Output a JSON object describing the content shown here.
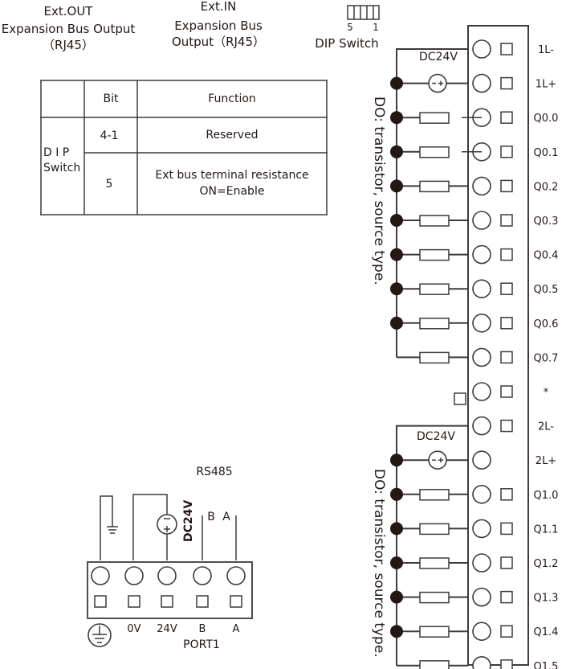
{
  "header": {
    "ext_out": {
      "title": "Ext.OUT",
      "desc_line1": "Expansion Bus Output",
      "desc_line2": "（RJ45）"
    },
    "ext_in": {
      "title": "Ext.IN",
      "desc_line1": "Expansion Bus",
      "desc_line2": "Output（RJ45）"
    },
    "dip_switch": {
      "label": "DIP Switch",
      "left_num": "5",
      "right_num": "1",
      "positions": 5
    }
  },
  "dip_table": {
    "headers": [
      "",
      "Bit",
      "Function"
    ],
    "row_group_label_line1": "D I P",
    "row_group_label_line2": "Switch",
    "rows": [
      {
        "bit": "4-1",
        "function_line1": "Reserved",
        "function_line2": ""
      },
      {
        "bit": "5",
        "function_line1": "Ext bus terminal resistance",
        "function_line2": "ON=Enable"
      }
    ]
  },
  "output_block": {
    "group1": {
      "supply_label": "DC24V",
      "supply_symbol": "−+",
      "caption": "DO: transistor, source type."
    },
    "group2": {
      "supply_label": "DC24V",
      "supply_symbol": "−+",
      "caption": "DO: transistor, source type."
    },
    "terminals": [
      {
        "label": "1L-"
      },
      {
        "label": "1L+"
      },
      {
        "label": "Q0.0"
      },
      {
        "label": "Q0.1"
      },
      {
        "label": "Q0.2"
      },
      {
        "label": "Q0.3"
      },
      {
        "label": "Q0.4"
      },
      {
        "label": "Q0.5"
      },
      {
        "label": "Q0.6"
      },
      {
        "label": "Q0.7"
      },
      {
        "label": "*"
      },
      {
        "label": "2L-"
      },
      {
        "label": "2L+"
      },
      {
        "label": "Q1.0"
      },
      {
        "label": "Q1.1"
      },
      {
        "label": "Q1.2"
      },
      {
        "label": "Q1.3"
      },
      {
        "label": "Q1.4"
      },
      {
        "label": "Q1.5"
      }
    ]
  },
  "port1": {
    "title": "RS485",
    "port_label": "PORT1",
    "supply_label": "DC24V",
    "bus_b": "B",
    "bus_a": "A",
    "terminals": [
      {
        "label": "",
        "icon": "ground-icon"
      },
      {
        "label": "0V"
      },
      {
        "label": "24V"
      },
      {
        "label": "B"
      },
      {
        "label": "A"
      }
    ]
  }
}
